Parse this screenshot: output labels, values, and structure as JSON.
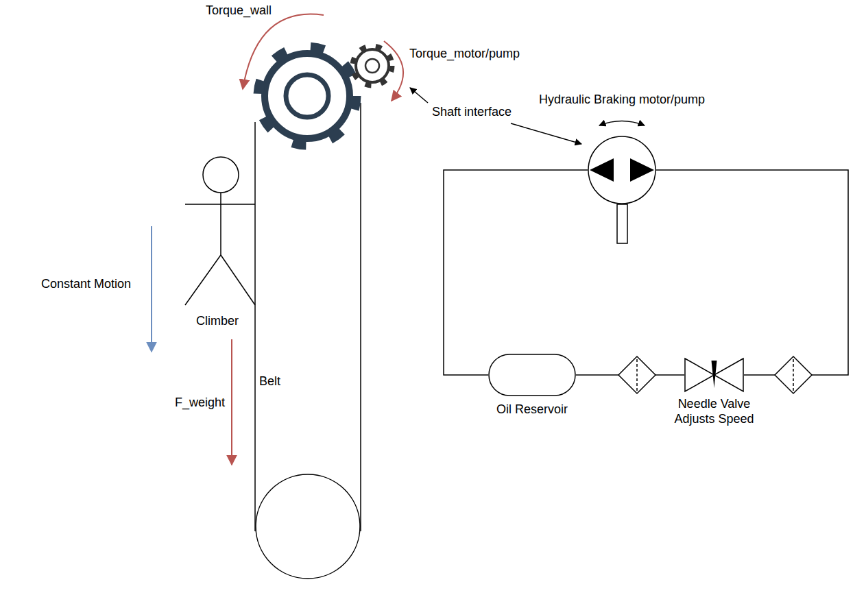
{
  "diagram": {
    "nodes": [
      {
        "text": [
          "Hydraulic Braking motor/pump"
        ]
      },
      {
        "text": [
          "Oil Reservoir"
        ]
      },
      {
        "text": [
          "Needle Valve Adjusts Speed"
        ]
      }
    ],
    "edges": [
      {
        "from": 0,
        "to": 1,
        "arrow": "none"
      },
      {
        "from": 1,
        "to": 2,
        "arrow": "none"
      },
      {
        "from": 2,
        "to": 0,
        "arrow": "none"
      }
    ],
    "labels": [
      "Torque_wall",
      "Torque_motor/pump",
      "Shaft interface",
      "Constant Motion",
      "Climber",
      "F_weight",
      "Belt"
    ]
  }
}
